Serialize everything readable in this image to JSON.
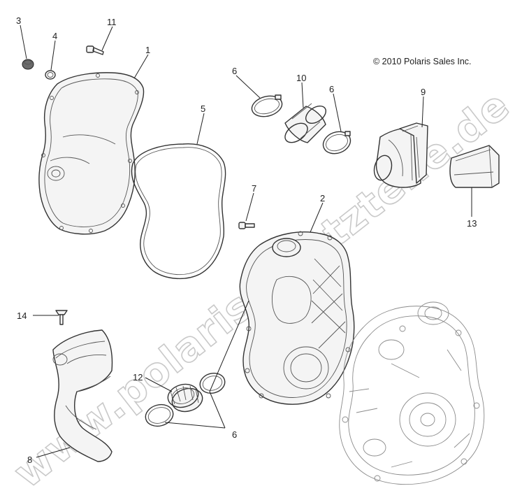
{
  "copyright": "© 2010 Polaris Sales Inc.",
  "watermark": "www.polarisersatzteile.de",
  "callouts": {
    "c1": "1",
    "c2": "2",
    "c3": "3",
    "c4": "4",
    "c5": "5",
    "c6a": "6",
    "c6b": "6",
    "c6c": "6",
    "c7": "7",
    "c8": "8",
    "c9": "9",
    "c10": "10",
    "c11": "11",
    "c12": "12",
    "c13": "13",
    "c14": "14"
  }
}
